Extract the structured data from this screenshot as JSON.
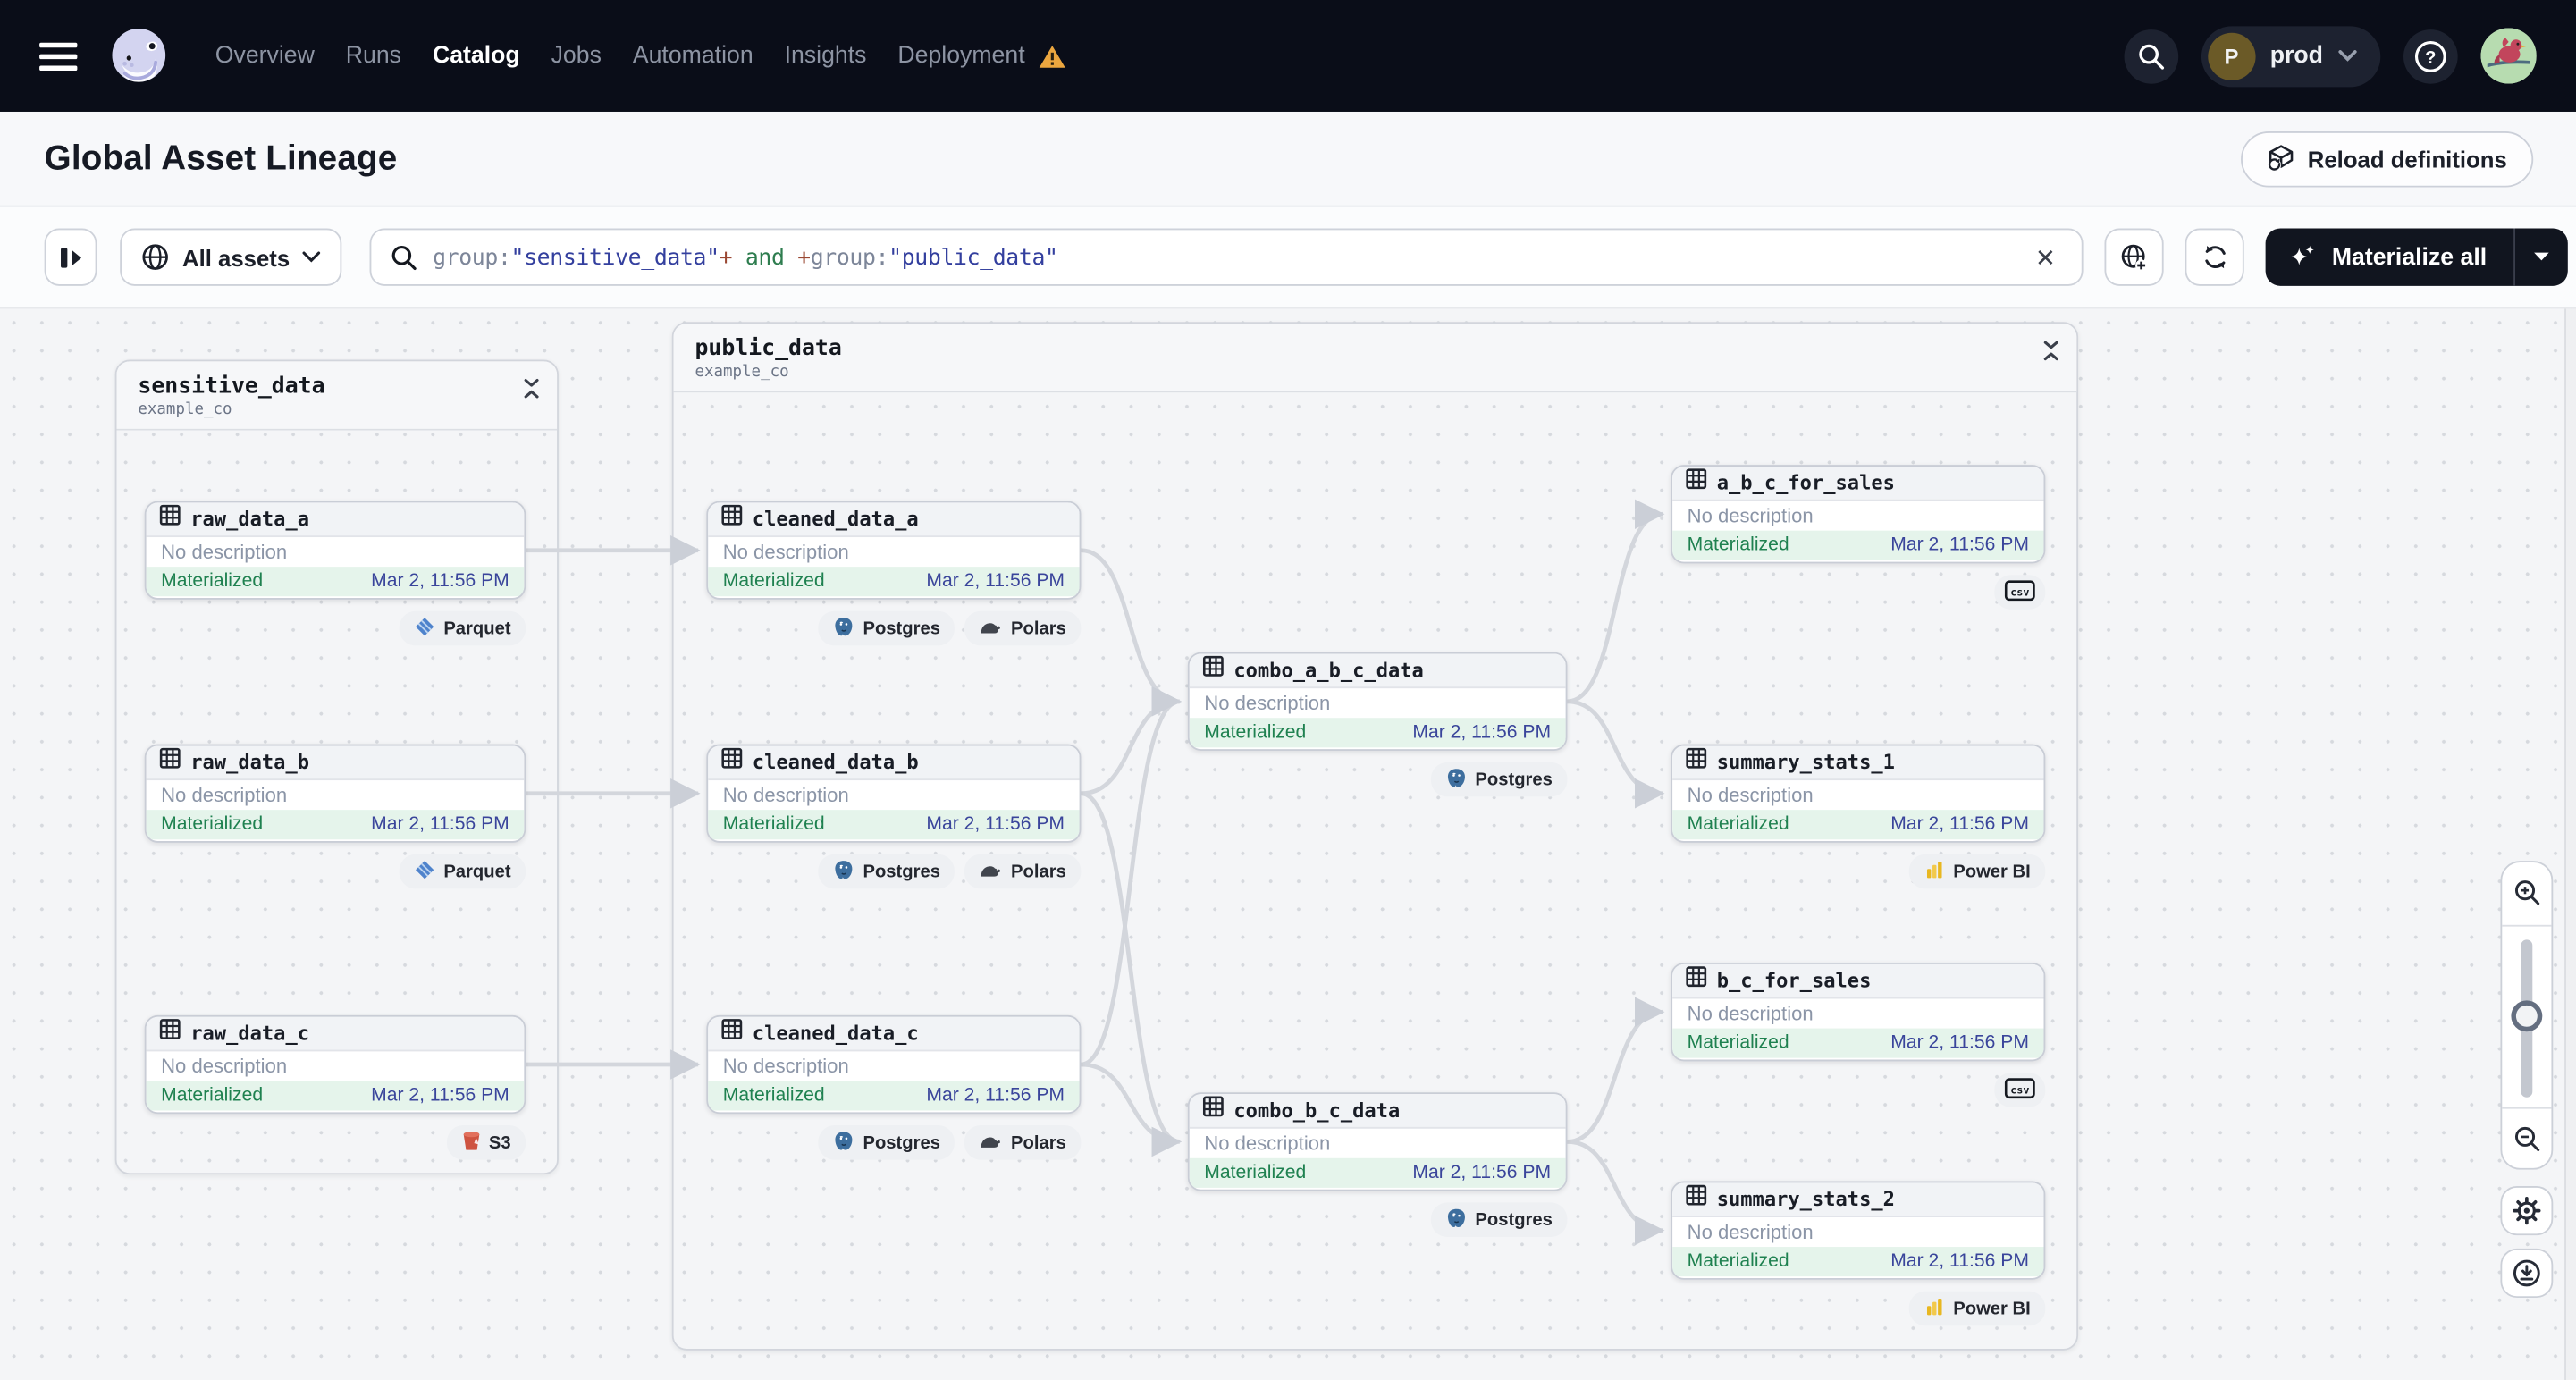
{
  "nav": {
    "items": [
      {
        "label": "Overview",
        "active": false
      },
      {
        "label": "Runs",
        "active": false
      },
      {
        "label": "Catalog",
        "active": true
      },
      {
        "label": "Jobs",
        "active": false
      },
      {
        "label": "Automation",
        "active": false
      },
      {
        "label": "Insights",
        "active": false
      },
      {
        "label": "Deployment",
        "active": false,
        "warning": true
      }
    ],
    "env": {
      "initial": "P",
      "name": "prod"
    }
  },
  "header": {
    "title": "Global Asset Lineage",
    "reload_label": "Reload definitions"
  },
  "toolbar": {
    "assets_filter_label": "All assets",
    "materialize_label": "Materialize all",
    "query_segments": [
      {
        "text": "group:",
        "color": "#7d8699"
      },
      {
        "text": "\"sensitive_data\"",
        "color": "#333f9e"
      },
      {
        "text": "+",
        "color": "#9a4732"
      },
      {
        "text": " and ",
        "color": "#2e7d4f"
      },
      {
        "text": "+",
        "color": "#9a4732"
      },
      {
        "text": "group:",
        "color": "#7d8699"
      },
      {
        "text": "\"public_data\"",
        "color": "#333f9e"
      }
    ]
  },
  "graph": {
    "groups": [
      {
        "id": "sensitive_data",
        "name": "sensitive_data",
        "subtitle": "example_co"
      },
      {
        "id": "public_data",
        "name": "public_data",
        "subtitle": "example_co"
      }
    ],
    "nodes": [
      {
        "id": "raw_data_a",
        "group": "sensitive_data",
        "name": "raw_data_a",
        "description": "No description",
        "status": "Materialized",
        "timestamp": "Mar 2, 11:56 PM",
        "tags": [
          {
            "icon": "parquet-icon",
            "label": "Parquet"
          }
        ]
      },
      {
        "id": "raw_data_b",
        "group": "sensitive_data",
        "name": "raw_data_b",
        "description": "No description",
        "status": "Materialized",
        "timestamp": "Mar 2, 11:56 PM",
        "tags": [
          {
            "icon": "parquet-icon",
            "label": "Parquet"
          }
        ]
      },
      {
        "id": "raw_data_c",
        "group": "sensitive_data",
        "name": "raw_data_c",
        "description": "No description",
        "status": "Materialized",
        "timestamp": "Mar 2, 11:56 PM",
        "tags": [
          {
            "icon": "s3-icon",
            "label": "S3"
          }
        ]
      },
      {
        "id": "cleaned_data_a",
        "group": "public_data",
        "name": "cleaned_data_a",
        "description": "No description",
        "status": "Materialized",
        "timestamp": "Mar 2, 11:56 PM",
        "tags": [
          {
            "icon": "postgres-icon",
            "label": "Postgres"
          },
          {
            "icon": "polars-icon",
            "label": "Polars"
          }
        ]
      },
      {
        "id": "cleaned_data_b",
        "group": "public_data",
        "name": "cleaned_data_b",
        "description": "No description",
        "status": "Materialized",
        "timestamp": "Mar 2, 11:56 PM",
        "tags": [
          {
            "icon": "postgres-icon",
            "label": "Postgres"
          },
          {
            "icon": "polars-icon",
            "label": "Polars"
          }
        ]
      },
      {
        "id": "cleaned_data_c",
        "group": "public_data",
        "name": "cleaned_data_c",
        "description": "No description",
        "status": "Materialized",
        "timestamp": "Mar 2, 11:56 PM",
        "tags": [
          {
            "icon": "postgres-icon",
            "label": "Postgres"
          },
          {
            "icon": "polars-icon",
            "label": "Polars"
          }
        ]
      },
      {
        "id": "combo_a_b_c_data",
        "group": "public_data",
        "name": "combo_a_b_c_data",
        "description": "No description",
        "status": "Materialized",
        "timestamp": "Mar 2, 11:56 PM",
        "tags": [
          {
            "icon": "postgres-icon",
            "label": "Postgres"
          }
        ]
      },
      {
        "id": "combo_b_c_data",
        "group": "public_data",
        "name": "combo_b_c_data",
        "description": "No description",
        "status": "Materialized",
        "timestamp": "Mar 2, 11:56 PM",
        "tags": [
          {
            "icon": "postgres-icon",
            "label": "Postgres"
          }
        ]
      },
      {
        "id": "a_b_c_for_sales",
        "group": "public_data",
        "name": "a_b_c_for_sales",
        "description": "No description",
        "status": "Materialized",
        "timestamp": "Mar 2, 11:56 PM",
        "tags": [
          {
            "icon": "csv-icon",
            "label": ""
          }
        ]
      },
      {
        "id": "summary_stats_1",
        "group": "public_data",
        "name": "summary_stats_1",
        "description": "No description",
        "status": "Materialized",
        "timestamp": "Mar 2, 11:56 PM",
        "tags": [
          {
            "icon": "powerbi-icon",
            "label": "Power BI"
          }
        ]
      },
      {
        "id": "b_c_for_sales",
        "group": "public_data",
        "name": "b_c_for_sales",
        "description": "No description",
        "status": "Materialized",
        "timestamp": "Mar 2, 11:56 PM",
        "tags": [
          {
            "icon": "csv-icon",
            "label": ""
          }
        ]
      },
      {
        "id": "summary_stats_2",
        "group": "public_data",
        "name": "summary_stats_2",
        "description": "No description",
        "status": "Materialized",
        "timestamp": "Mar 2, 11:56 PM",
        "tags": [
          {
            "icon": "powerbi-icon",
            "label": "Power BI"
          }
        ]
      }
    ],
    "edges": [
      {
        "from": "raw_data_a",
        "to": "cleaned_data_a"
      },
      {
        "from": "raw_data_b",
        "to": "cleaned_data_b"
      },
      {
        "from": "raw_data_c",
        "to": "cleaned_data_c"
      },
      {
        "from": "cleaned_data_a",
        "to": "combo_a_b_c_data"
      },
      {
        "from": "cleaned_data_b",
        "to": "combo_a_b_c_data"
      },
      {
        "from": "cleaned_data_c",
        "to": "combo_a_b_c_data"
      },
      {
        "from": "cleaned_data_b",
        "to": "combo_b_c_data"
      },
      {
        "from": "cleaned_data_c",
        "to": "combo_b_c_data"
      },
      {
        "from": "combo_a_b_c_data",
        "to": "a_b_c_for_sales"
      },
      {
        "from": "combo_a_b_c_data",
        "to": "summary_stats_1"
      },
      {
        "from": "combo_b_c_data",
        "to": "b_c_for_sales"
      },
      {
        "from": "combo_b_c_data",
        "to": "summary_stats_2"
      }
    ]
  },
  "colors": {
    "status_green": "#1f8150",
    "timestamp_navy": "#3a459b",
    "warning_orange": "#eba63f",
    "edge_gray": "#d3d6dc",
    "nav_bg": "#0a0d18",
    "accent_dark": "#11151f"
  }
}
